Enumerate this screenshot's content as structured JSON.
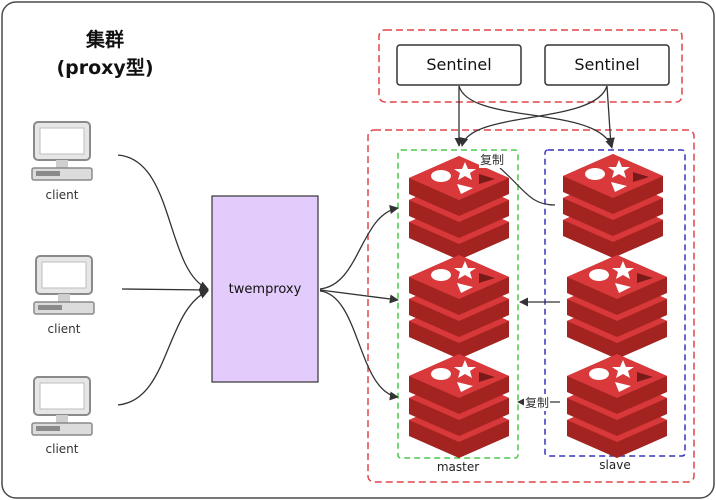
{
  "title": {
    "line1": "集群",
    "line2": "(proxy型)"
  },
  "clients": [
    {
      "label": "client"
    },
    {
      "label": "client"
    },
    {
      "label": "client"
    }
  ],
  "proxy": {
    "label": "twemproxy",
    "fill_color": "#e3ccfb"
  },
  "sentinels": [
    {
      "label": "Sentinel"
    },
    {
      "label": "Sentinel"
    }
  ],
  "replication_labels": [
    "复制",
    "复制"
  ],
  "groups": {
    "master": "master",
    "slave": "slave"
  },
  "colors": {
    "sentinel_border": "#e0474c",
    "cluster_border": "#e0474c",
    "master_border": "#4cc84c",
    "slave_border": "#3333bb",
    "redis_red": "#c9302c",
    "redis_dark": "#a32320",
    "arrow": "#333333"
  }
}
